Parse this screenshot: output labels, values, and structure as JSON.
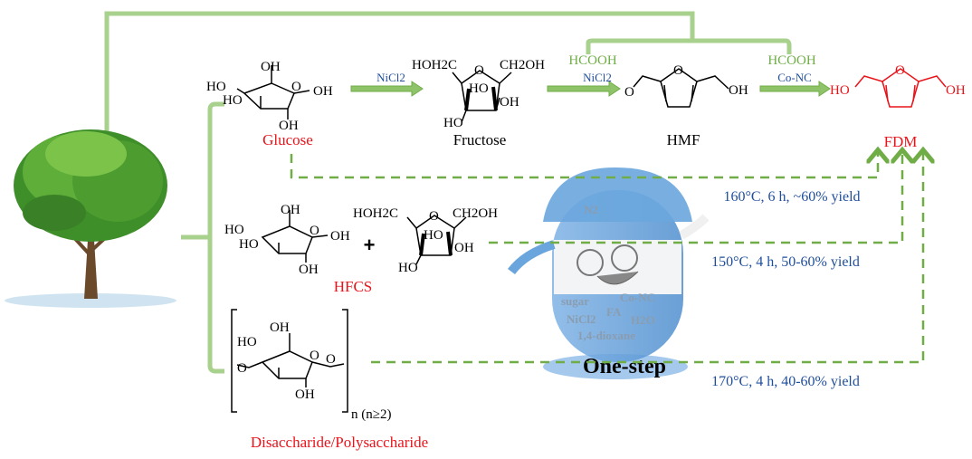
{
  "compounds": {
    "glucose": "Glucose",
    "fructose": "Fructose",
    "hmf": "HMF",
    "fdm": "FDM",
    "hfcs": "HFCS",
    "polysaccharide": "Disaccharide/Polysaccharide",
    "repeat_unit": "n (n≥2)"
  },
  "reagents": {
    "step1_catalyst": "NiCl2",
    "step2_reagent": "HCOOH",
    "step2_catalyst": "NiCl2",
    "step3_reagent": "HCOOH",
    "step3_catalyst": "Co-NC",
    "plus": "+"
  },
  "conditions": {
    "glucose": "160°C, 6 h, ~60% yield",
    "hfcs": "150°C, 4 h, 50-60% yield",
    "polysaccharide": "170°C, 4 h, 40-60% yield"
  },
  "mascot": {
    "gas": "N2",
    "contents": [
      "sugar",
      "Co-NC",
      "NiCl2",
      "FA",
      "H2O",
      "1,4-dioxane"
    ],
    "caption": "One-step"
  },
  "atoms": {
    "oh": "OH",
    "ho": "HO",
    "o": "O",
    "hoh2c": "HOH2C",
    "ch2oh": "CH2OH"
  },
  "colors": {
    "bracket": "#a9d18e",
    "dashed": "#70ad47",
    "product": "#e8141b",
    "condition": "#1f4e9c"
  }
}
